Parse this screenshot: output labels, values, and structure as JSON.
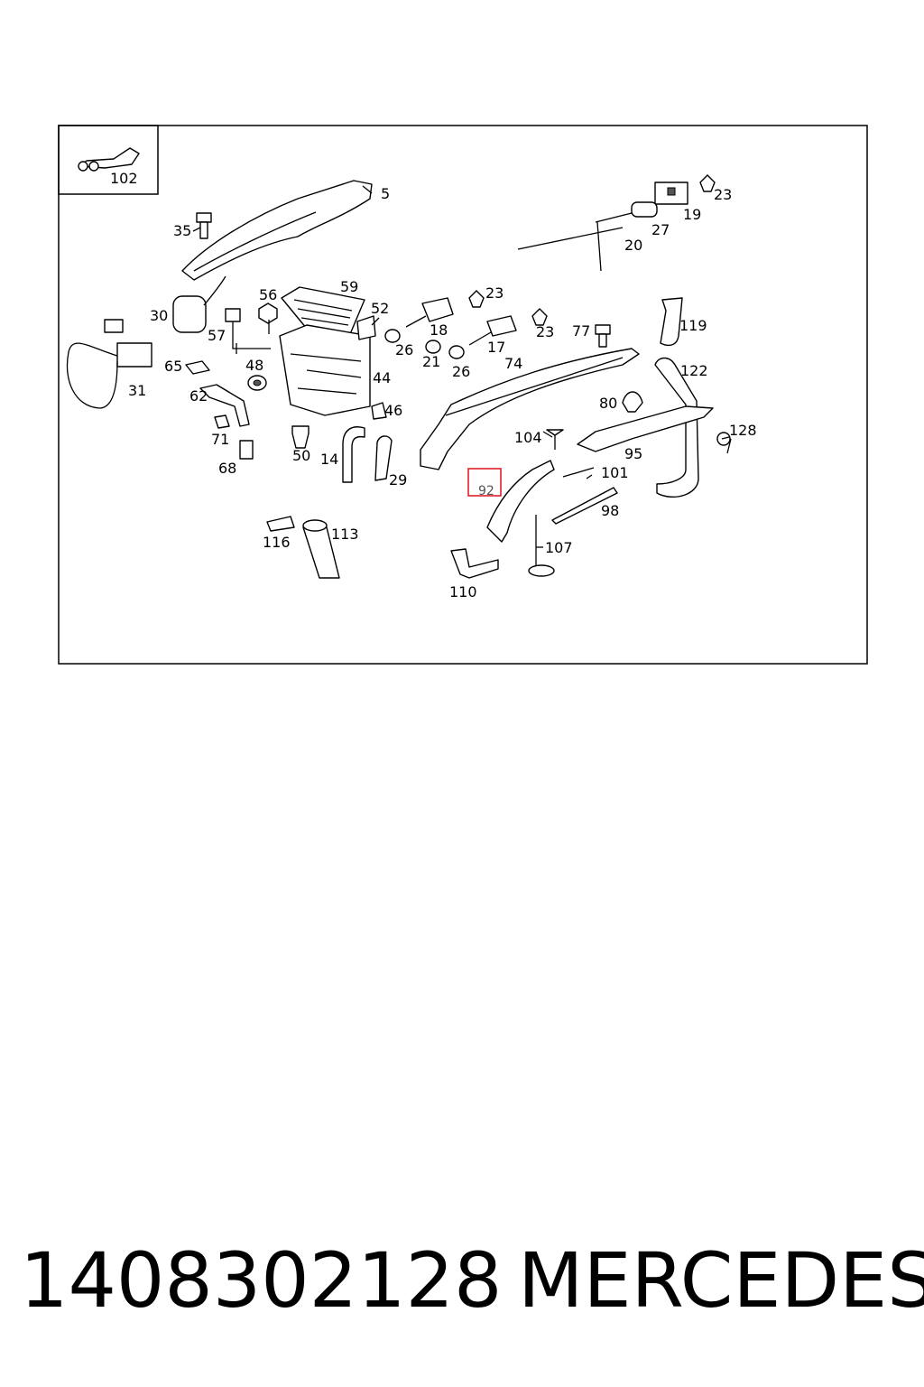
{
  "inset": {
    "label": "102"
  },
  "callouts": [
    "5",
    "35",
    "30",
    "57",
    "56",
    "59",
    "52",
    "31",
    "65",
    "62",
    "71",
    "68",
    "48",
    "44",
    "46",
    "50",
    "14",
    "29",
    "26",
    "18",
    "23",
    "21",
    "17",
    "23",
    "26",
    "74",
    "77",
    "119",
    "27",
    "19",
    "23",
    "20",
    "122",
    "80",
    "104",
    "95",
    "128",
    "101",
    "98",
    "92",
    "107",
    "110",
    "116",
    "113"
  ],
  "highlight": {
    "label": "92",
    "color": "#e0202a"
  },
  "footer": {
    "part_number": "1408302128",
    "brand": "MERCEDES"
  }
}
